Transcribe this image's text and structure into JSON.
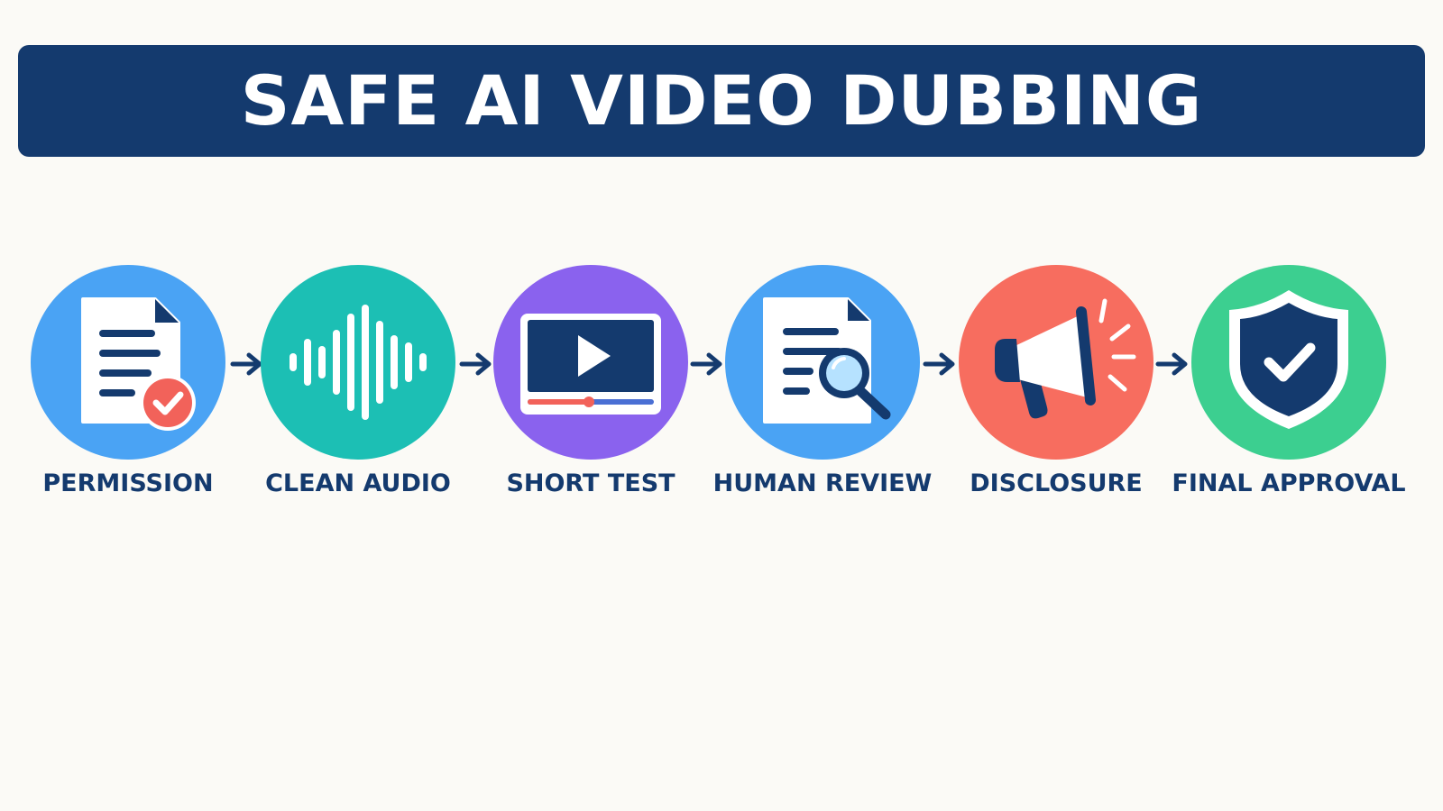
{
  "title": "SAFE AI VIDEO DUBBING",
  "colors": {
    "banner": "#143a6e",
    "label": "#143a6e",
    "background": "#fbfaf6"
  },
  "steps": [
    {
      "label": "PERMISSION",
      "icon": "document-check-icon",
      "color": "#4aa3f4"
    },
    {
      "label": "CLEAN AUDIO",
      "icon": "audio-waveform-icon",
      "color": "#1cbfb4"
    },
    {
      "label": "SHORT TEST",
      "icon": "video-player-icon",
      "color": "#8a62ee"
    },
    {
      "label": "HUMAN REVIEW",
      "icon": "document-magnifier-icon",
      "color": "#4aa3f4"
    },
    {
      "label": "DISCLOSURE",
      "icon": "megaphone-icon",
      "color": "#f76d5f"
    },
    {
      "label": "FINAL APPROVAL",
      "icon": "shield-check-icon",
      "color": "#3ccf90"
    }
  ]
}
